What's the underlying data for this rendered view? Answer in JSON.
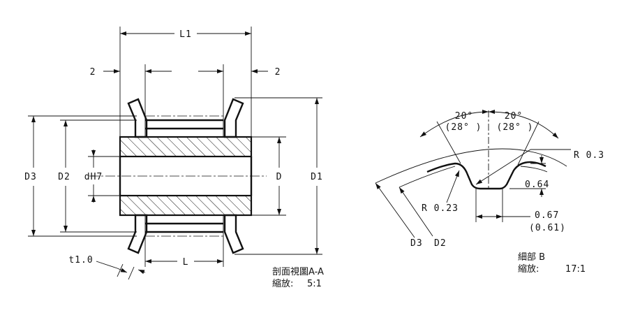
{
  "section_view": {
    "labels": {
      "L1": "L1",
      "L": "L",
      "two_left": "2",
      "two_right": "2",
      "D3": "D3",
      "D2": "D2",
      "dH7": "dH7",
      "D": "D",
      "D1": "D1",
      "t": "t1.0"
    },
    "caption": {
      "line1": "剖面視圖A-A",
      "line2_label": "縮放:",
      "line2_value": "5:1"
    }
  },
  "detail_view": {
    "labels": {
      "angle_left": "20°",
      "angle_left_alt": "(28° )",
      "angle_right": "20°",
      "angle_right_alt": "(28° )",
      "R03": "R 0.3",
      "R023": "R 0.23",
      "dim064": "0.64",
      "dim067": "0.67",
      "dim061": "(0.61)",
      "D3": "D3",
      "D2": "D2"
    },
    "caption": {
      "line1": "細部 B",
      "line2_label": "縮放:",
      "line2_value": "17:1"
    }
  }
}
